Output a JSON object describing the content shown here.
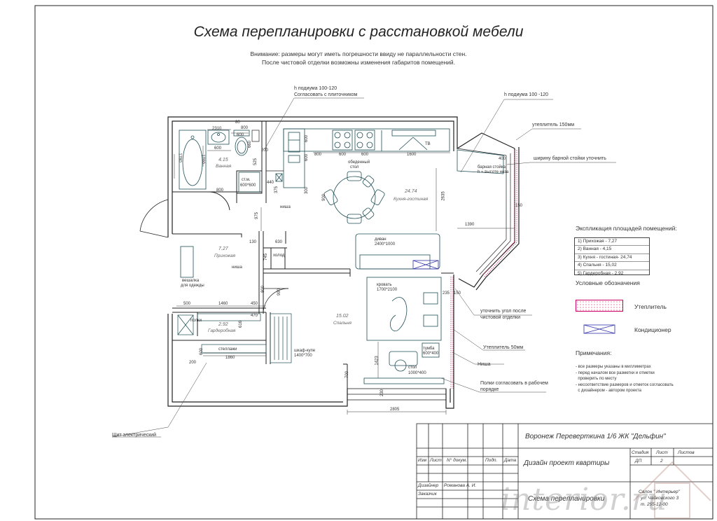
{
  "title": "Схема перепланировки с расстановкой мебели",
  "notice": {
    "line1": "Внимание: размеры могут иметь погрешности ввиду не параллельности стен.",
    "line2": "После чистовой отделки возможны изменения габаритов помещений."
  },
  "callouts": {
    "podium_left_1": "h подиума 100-120",
    "podium_left_2": "Согласовать с плиточником",
    "podium_right": "h подиума 100 -120",
    "insulation_150": "утеплитель 150мм",
    "bar_width": "ширину барной стойки уточнить",
    "corner_1": "уточнить угол после",
    "corner_2": "чистовой отделки",
    "insulation_50": "Утеплитель 50мм",
    "niche": "Ниша",
    "shelves_1": "Полки согласовать в рабочем",
    "shelves_2": "порядке",
    "panel": "Щит электрический"
  },
  "rooms": {
    "bath_area": "4.15",
    "bath": "Ванная",
    "kitchen_area": "24.74",
    "kitchen": "Кухня-гостиная",
    "hall_area": "7.27",
    "hall": "Прихожая",
    "ward_area": "2.92",
    "ward": "Гардеробная",
    "bed_area": "15.02",
    "bed": "Спальня"
  },
  "furniture": {
    "washer": "ст.м.",
    "washer_size": "600*600",
    "dining_1": "обеденный",
    "dining_2": "стол",
    "bar_1": "барная стойка",
    "bar_2": "h = высоте низа",
    "sofa_1": "диван",
    "sofa_2": "2400*1000",
    "fridge": "холод.",
    "bed_1": "кровать",
    "bed_2": "1700*2100",
    "hanger_1": "вешалка",
    "hanger_2": "для одежды",
    "shelves_ward": "стеллажи",
    "poles": "полки",
    "wardrobe_1": "шкаф-купе",
    "wardrobe_2": "1400*700",
    "nightstand_1": "тумба",
    "nightstand_2": "600*400",
    "table_1": "стол",
    "table_2": "1000*400",
    "tv": "ТВ",
    "niche_1": "ниша",
    "niche_2": "ниша"
  },
  "dims": {
    "d2310": "2310",
    "d80": "80",
    "d800a": "800",
    "d600a": "600",
    "d600b": "600",
    "d1780": "1780",
    "d1700": "1700",
    "d660": "660",
    "d200": "200",
    "d525": "525",
    "d440": "440",
    "d375": "375",
    "d800b": "800",
    "d975": "975",
    "d600c": "600",
    "d600d": "600",
    "d800c": "800",
    "d600e": "600",
    "d600f": "600",
    "d1600": "1600",
    "d300": "300",
    "d900": "900",
    "d2635": "2635",
    "d400": "400",
    "d150a": "150",
    "d1390": "1390",
    "d130": "130",
    "d630": "630",
    "d745": "745",
    "d800d": "800",
    "d990": "990",
    "d500": "500",
    "d1460": "1460",
    "d450": "450",
    "d470": "470",
    "d616": "616",
    "d600g": "600",
    "d1860": "1860",
    "d200b": "200",
    "d235": "235",
    "d150b": "150",
    "d1423": "1423",
    "d700": "700",
    "d230": "230",
    "d2805": "2805"
  },
  "explication": {
    "title": "Экспликация площадей помещений:",
    "rows": [
      "1)  Прихожая - 7,27",
      "2)  Ванная - 4,15",
      "3)  Кухня - гостиная- 24,74",
      "4)  Спальня - 15,02",
      "5)  Гардеробная - 2,92"
    ]
  },
  "legend": {
    "title": "Условные обозначения",
    "insulation": "Утеплитель",
    "ac": "Кондиционер"
  },
  "notes": {
    "title": "Примечания:",
    "items": [
      "- все размеры указаны в миллиметрах",
      "- перед началом все разметки и отметки",
      "  проверить по месту",
      "- несоответствие размеров и отметок согласовать",
      "  с дизайнером - автором проекта"
    ]
  },
  "stamp": {
    "address": "Воронеж Переверткина 1/6 ЖК \"Дельфин\"",
    "col_izm": "Изм",
    "col_list": "Лист",
    "col_doc": "N° докум.",
    "col_sign": "Подп.",
    "col_date": "Дата",
    "project": "Дизайн проект квартиры",
    "stage_h": "Стадия",
    "sheet_h": "Лист",
    "sheets_h": "Листов",
    "stage_v": "ДП",
    "sheet_v": "2",
    "designer_role": "Дизайнер",
    "designer_name": "Романова А. И.",
    "customer_role": "Заказчик",
    "drawing": "Схема перепланировки",
    "studio_1": "Салон \" Интерьер\"",
    "studio_2": "ул. Чайковского 3",
    "studio_3": "т. 255-12-00"
  },
  "watermark": "interior.ru",
  "colors": {
    "line": "#222222",
    "insulation": "#cc3366",
    "ac": "#3333aa",
    "furniture": "#1e4e55"
  }
}
